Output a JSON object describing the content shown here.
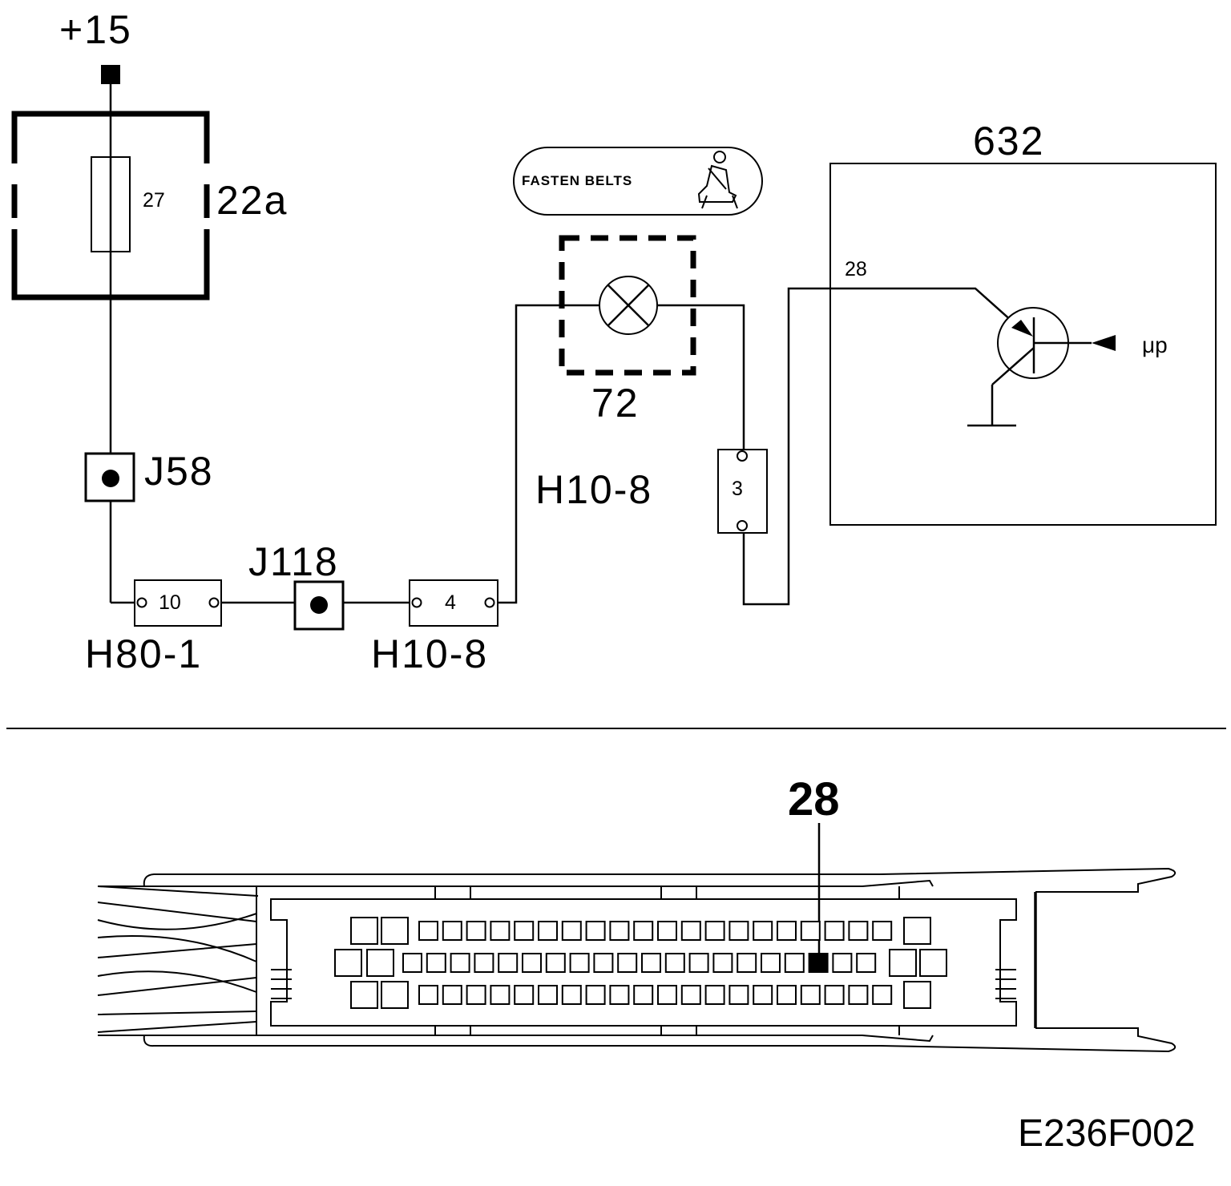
{
  "labels": {
    "supply": "+15",
    "fuse_box": "22a",
    "fuse_number": "27",
    "splice_j58": "J58",
    "splice_j118": "J118",
    "connector_h80_1": "H80-1",
    "connector_h80_1_pin": "10",
    "connector_h10_8_lower": "H10-8",
    "connector_h10_8_lower_pin": "4",
    "connector_h10_8_right": "H10-8",
    "connector_h10_8_right_pin": "3",
    "lamp": "72",
    "warning_text": "FASTEN BELTS",
    "ecu": "632",
    "ecu_pin": "28",
    "microprocessor": "μp",
    "pinout_pin": "28",
    "figure_code": "E236F002"
  },
  "pinout": {
    "rows": 3,
    "small_pins_per_row": [
      20,
      20,
      20
    ],
    "highlighted_row": 2,
    "highlighted_pin_index": 17
  },
  "icons": {
    "lamp": "lamp-icon",
    "seatbelt": "seatbelt-person-icon",
    "transistor": "transistor-icon",
    "ground": "ground-icon"
  }
}
